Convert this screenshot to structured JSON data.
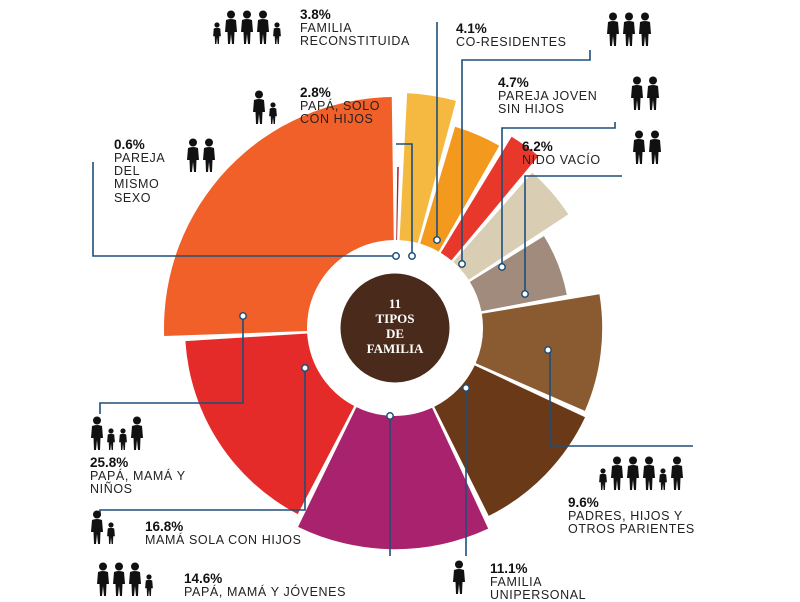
{
  "center_label": {
    "line1": "11",
    "line2": "TIPOS",
    "line3": "DE",
    "line4": "FAMILIA"
  },
  "colors": {
    "center_disc": "#4a2a1a",
    "leader_line": "#1d4f7a",
    "center_text": "#ffffff"
  },
  "icons": [
    "family-reconstituted-icon",
    "co-residents-icon",
    "single-father-icon",
    "young-couple-icon",
    "same-sex-couple-icon",
    "empty-nest-icon",
    "parents-children-relatives-icon",
    "father-mother-children-icon",
    "single-mother-icon",
    "father-mother-youths-icon",
    "single-person-icon"
  ],
  "chart_data": {
    "type": "pie",
    "title": "",
    "slices": [
      {
        "percent": "0.6%",
        "value": 0.6,
        "label": "PAREJA DEL MISMO SEXO",
        "color": "#b31f24"
      },
      {
        "percent": "3.8%",
        "value": 3.8,
        "label": "FAMILIA RECONSTITUIDA",
        "color": "#f5b942"
      },
      {
        "percent": "4.1%",
        "value": 4.1,
        "label": "CO-RESIDENTES",
        "color": "#f39a1e"
      },
      {
        "percent": "2.8%",
        "value": 2.8,
        "label": "PAPÁ, SOLO CON HIJOS",
        "color": "#e8382c"
      },
      {
        "percent": "4.7%",
        "value": 4.7,
        "label": "PAREJA JOVEN SIN HIJOS",
        "color": "#d9cdb3"
      },
      {
        "percent": "6.2%",
        "value": 6.2,
        "label": "NIDO VACÍO",
        "color": "#a08b7c"
      },
      {
        "percent": "9.6%",
        "value": 9.6,
        "label": "PADRES, HIJOS Y OTROS PARIENTES",
        "color": "#8a5a30"
      },
      {
        "percent": "11.1%",
        "value": 11.1,
        "label": "FAMILIA UNIPERSONAL",
        "color": "#6a3a18"
      },
      {
        "percent": "14.6%",
        "value": 14.6,
        "label": "PAPÁ, MAMÁ Y JÓVENES",
        "color": "#a9226e"
      },
      {
        "percent": "16.8%",
        "value": 16.8,
        "label": "MAMÁ SOLA CON HIJOS",
        "color": "#e52a2a"
      },
      {
        "percent": "25.8%",
        "value": 25.8,
        "label": "PAPÁ, MAMÁ Y NIÑOS",
        "color": "#f2602a"
      }
    ]
  }
}
